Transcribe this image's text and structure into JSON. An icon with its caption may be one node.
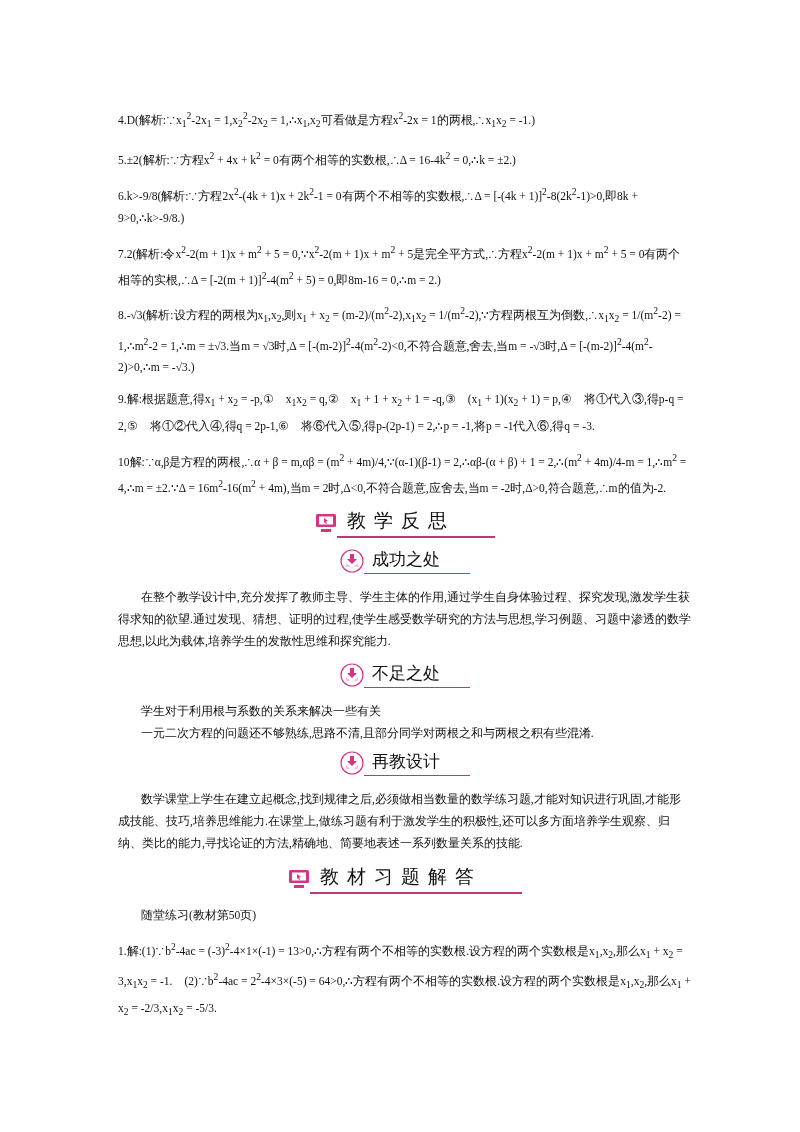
{
  "diagram": {
    "labels": [
      "4.D(解析:∵x$_{1}$$^{2}$-2x$_{1}$ = 1,x$_{2}$$^{2}$-2x$_{2}$ = 1,∴x$_{1}$,x$_{2}$可看做是方程x$^{2}$-2x = 1的两根,∴x$_{1}$x$_{2}$ = -1.)",
      "5.±2(解析:∵方程x$^{2}$ + 4x + k$^{2}$ = 0有两个相等的实数根,∴Δ = 16-4k$^{2}$ = 0,∴k = ±2.)",
      "6.k>-9/8(解析:∵方程2x$^{2}$-(4k + 1)x + 2k$^{2}$-1 = 0有两个不相等的实数根,∴Δ = [-(4k + 1)]$^{2}$-8(2k$^{2}$-1)>0,即8k + 9>0,∴k>-9/8.)",
      "7.2(解析:令x$^{2}$-2(m + 1)x + m$^{2}$ + 5 = 0,∵x$^{2}$-2(m + 1)x + m$^{2}$ + 5是完全平方式,∴方程x$^{2}$-2(m + 1)x + m$^{2}$ + 5 = 0有两个相等的实根,∴Δ = [-2(m + 1)]$^{2}$-4(m$^{2}$ + 5) = 0,即8m-16 = 0,∴m = 2.)",
      "8.-√3(解析:设方程的两根为x$_{1}$,x$_{2}$,则x$_{1}$ + x$_{2}$ = (m-2)/(m$^{2}$-2),x$_{1}$x$_{2}$ = 1/(m$^{2}$-2),∵方程两根互为倒数,∴x$_{1}$x$_{2}$ = 1/(m$^{2}$-2) = 1,∴m$^{2}$-2 = 1,∴m = ±√3.当m = √3时,Δ = [-(m-2)]$^{2}$-4(m$^{2}$-2)<0,不符合题意,舍去,当m = -√3时,Δ = [-(m-2)]$^{2}$-4(m$^{2}$-2)>0,∴m = -√3.)",
      "9.解:根据题意,得x$_{1}$ + x$_{2}$ = -p,①　x$_{1}$x$_{2}$ = q,②　x$_{1}$ + 1 + x$_{2}$ + 1 = -q,③　(x$_{1}$ + 1)(x$_{2}$ + 1) = p,④　将①代入③,得p-q = 2,⑤　将①②代入④,得q = 2p-1,⑥　将⑥代入⑤,得p-(2p-1) = 2,∴p = -1,将p = -1代入⑥,得q = -3.",
      "10解:∵α,β是方程的两根,∴α + β = m,αβ = (m$^{2}$ + 4m)/4,∵(α-1)(β-1) = 2,∴αβ-(α + β) + 1 = 2,∴(m$^{2}$ + 4m)/4-m = 1,∴m$^{2}$ = 4,∴m = ±2.∵Δ = 16m$^{2}$-16(m$^{2}$ + 4m),当m = 2时,Δ<0,不符合题意,应舍去,当m = -2时,Δ>0,符合题意,∴m的值为-2.",
      "教学反思",
      "成功之处",
      "在整个教学设计中,充分发挥了教师主导、学生主体的作用,通过学生自身体验过程、探究发现,激发学生获得求知的欲望.通过发现、猜想、证明的过程,使学生感受数学研究的方法与思想,学习例题、习题中渗透的数学思想,以此为载体,培养学生的发散性思维和探究能力.",
      "不足之处",
      "学生对于利用根与系数的关系来解决一些有关",
      "一元二次方程的问题还不够熟练,思路不清,且部分同学对两根之和与两根之积有些混淆.",
      "再教设计",
      "数学课堂上学生在建立起概念,找到规律之后,必须做相当数量的数学练习题,才能对知识进行巩固,才能形成技能、技巧,培养思维能力.在课堂上,做练习题有利于激发学生的积极性,还可以多方面培养学生观察、归纳、类比的能力,寻找论证的方法,精确地、简要地表述一系列数量关系的技能.",
      "教材习题解答",
      "随堂练习(教材第50页)",
      "1.解:(1)∵b$^{2}$-4ac = (-3)$^{2}$-4×1×(-1) = 13>0,∴方程有两个不相等的实数根.设方程的两个实数根是x$_{1}$,x$_{2}$,那么x$_{1}$ + x$_{2}$ = 3,x$_{1}$x$_{2}$ = -1.　(2)∵b$^{2}$-4ac = 2$^{2}$-4×3×(-5) = 64>0,∴方程有两个不相等的实数根.设方程的两个实数根是x$_{1}$,x$_{2}$,那么x$_{1}$ + x$_{2}$ = -2/3,x$_{1}$x$_{2}$ = -5/3."
    ]
  }
}
